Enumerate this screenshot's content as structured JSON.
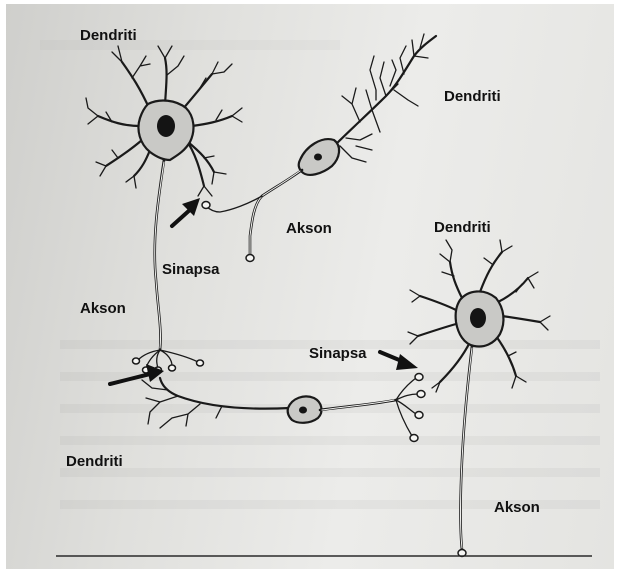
{
  "labels": {
    "dendriti_top_left": "Dendriti",
    "dendriti_top_right": "Dendriti",
    "dendriti_right": "Dendriti",
    "dendriti_bottom_left": "Dendriti",
    "akson_center": "Akson",
    "akson_left": "Akson",
    "akson_bottom_right": "Akson",
    "sinapsa_center": "Sinapsa",
    "sinapsa_right": "Sinapsa"
  },
  "colors": {
    "ink": "#1a1a1a",
    "paper": "#e4e4e1",
    "cell_body": "#c9c9c6"
  }
}
